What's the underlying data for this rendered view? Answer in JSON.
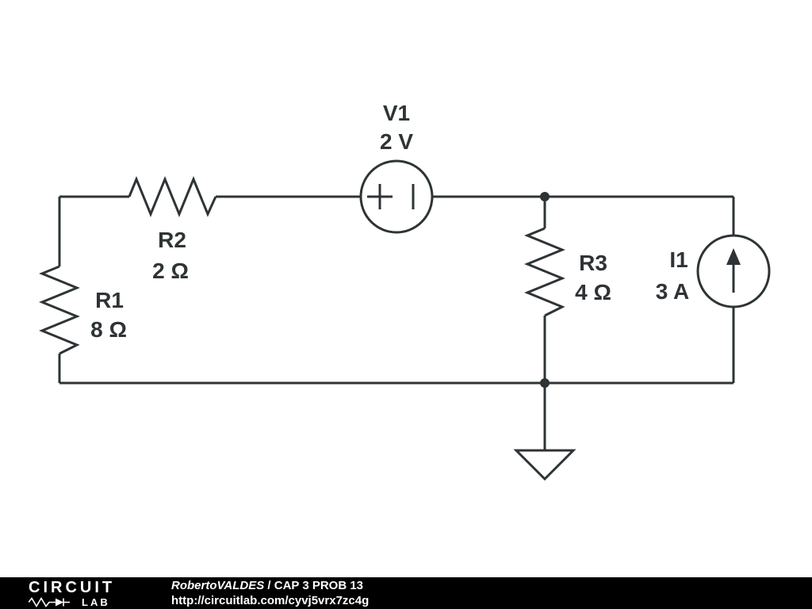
{
  "page": {
    "background": "#ffffff"
  },
  "schematic": {
    "stroke_color": "#2e3436",
    "components": {
      "v1": {
        "label": "V1",
        "value": "2 V",
        "type": "voltage-source"
      },
      "r1": {
        "label": "R1",
        "value": "8 Ω",
        "type": "resistor"
      },
      "r2": {
        "label": "R2",
        "value": "2 Ω",
        "type": "resistor"
      },
      "r3": {
        "label": "R3",
        "value": "4 Ω",
        "type": "resistor"
      },
      "i1": {
        "label": "I1",
        "value": "3 A",
        "type": "current-source"
      }
    }
  },
  "footer": {
    "background": "#000000",
    "text_color": "#ffffff",
    "logo": {
      "line1": "CIRCUIT",
      "line2": "LAB"
    },
    "credit": {
      "author": "RobertoVALDES",
      "separator": " / ",
      "title": "CAP 3 PROB 13"
    },
    "url": "http://circuitlab.com/cyvj5vrx7zc4g"
  }
}
